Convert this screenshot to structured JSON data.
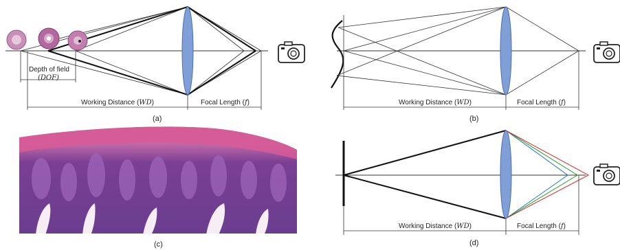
{
  "panel_a": {
    "caption": "(a)",
    "dof_label_line1": "Depth of field",
    "dof_label_line2": "(DOF)",
    "wd_label_text": "Working Distance (",
    "wd_label_var": "WD",
    "fl_label_text": "Focal Length (",
    "fl_label_var": "f",
    "close_paren": ")"
  },
  "panel_b": {
    "caption": "(b)",
    "wd_label_text": "Working Distance (",
    "wd_label_var": "WD",
    "fl_label_text": "Focal Length (",
    "fl_label_var": "f",
    "close_paren": ")"
  },
  "panel_c": {
    "caption": "(c)"
  },
  "panel_d": {
    "caption": "(d)",
    "wd_label_text": "Working Distance (",
    "wd_label_var": "WD",
    "fl_label_text": "Focal Length (",
    "fl_label_var": "f",
    "close_paren": ")",
    "ray_colors": [
      "#1f77b4",
      "#2ca02c",
      "#d62728"
    ]
  },
  "colors": {
    "lens_fill": "#7f9fd6",
    "lens_stroke": "#4a6fb0",
    "tissue_pink": "#d76aa0",
    "tissue_purple": "#6a3d8f"
  },
  "icons": [
    "camera-icon",
    "tissue-sample-icon"
  ]
}
